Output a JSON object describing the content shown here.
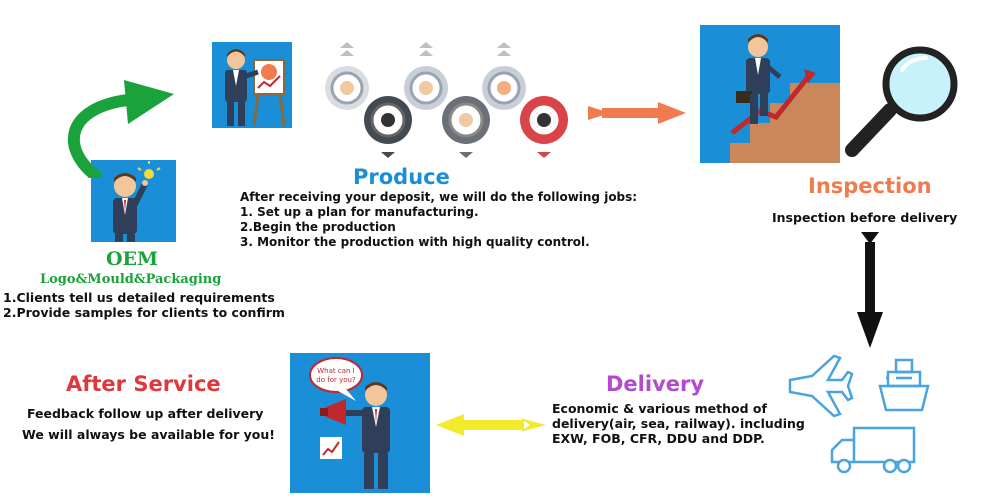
{
  "oem": {
    "title": "OEM",
    "subtitle": "Logo&Mould&Packaging",
    "lines": [
      "1.Clients tell us detailed requirements",
      "2.Provide samples for clients to confirm"
    ]
  },
  "produce": {
    "title": "Produce",
    "intro": "After receiving your deposit, we will do the following jobs:",
    "lines": [
      "1. Set up a plan for manufacturing.",
      "2.Begin the production",
      "3. Monitor the production with high quality control."
    ]
  },
  "inspection": {
    "title": "Inspection",
    "text": "Inspection before delivery"
  },
  "delivery": {
    "title": "Delivery",
    "lines": [
      "Economic & various method of",
      "delivery(air, sea, railway). including",
      "EXW, FOB, CFR, DDU and DDP."
    ]
  },
  "after_service": {
    "title": "After Service",
    "lines": [
      "Feedback follow up after delivery",
      "We will always be available for you!"
    ],
    "bubble": [
      "What can I",
      "do for you?"
    ]
  },
  "colors": {
    "oem": "#1aa33a",
    "produce": "#1a8fd8",
    "inspection": "#f07b4f",
    "delivery": "#b44ad0",
    "after_service": "#e0373b",
    "card": "#1a8fd8",
    "arrow_orange": "#f07b4f",
    "arrow_yellow": "#f2ea2a",
    "arrow_green": "#1aa33a",
    "arrow_black": "#111111"
  }
}
